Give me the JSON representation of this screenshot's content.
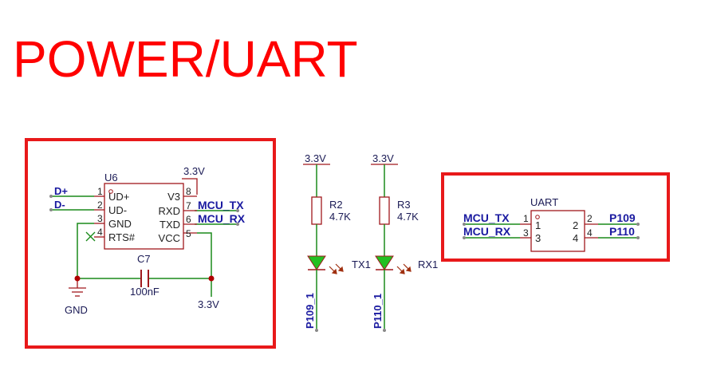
{
  "title": "POWER/UART",
  "colors": {
    "title": "#ff0000",
    "frame": "#e8191a",
    "wire": "#1a8a1a",
    "component": "#a0181c",
    "net_label": "#1a1aa0",
    "text": "#1a1a55",
    "pin_text": "#222222",
    "led": "#22c022",
    "junction": "#b00000",
    "arrow": "#a03010"
  },
  "u6": {
    "ref": "U6",
    "pins_left": [
      {
        "num": "1",
        "name": "UD+"
      },
      {
        "num": "2",
        "name": "UD-"
      },
      {
        "num": "3",
        "name": "GND"
      },
      {
        "num": "4",
        "name": "RTS#"
      }
    ],
    "pins_right": [
      {
        "num": "8",
        "name": "V3"
      },
      {
        "num": "7",
        "name": "RXD"
      },
      {
        "num": "6",
        "name": "TXD"
      },
      {
        "num": "5",
        "name": "VCC"
      }
    ],
    "nets": {
      "d_plus": "D+",
      "d_minus": "D-",
      "mcu_tx": "MCU_TX",
      "mcu_rx": "MCU_RX",
      "power_top": "3.3V",
      "power_bottom": "3.3V",
      "gnd": "GND"
    }
  },
  "c7": {
    "ref": "C7",
    "value": "100nF"
  },
  "r2": {
    "ref": "R2",
    "value": "4.7K",
    "power": "3.3V",
    "led": "TX1",
    "net": "P109_1"
  },
  "r3": {
    "ref": "R3",
    "value": "4.7K",
    "power": "3.3V",
    "led": "RX1",
    "net": "P110_1"
  },
  "uart": {
    "ref": "UART",
    "pins_left": [
      {
        "num": "1",
        "name": "1",
        "net": "MCU_TX"
      },
      {
        "num": "3",
        "name": "3",
        "net": "MCU_RX"
      }
    ],
    "pins_right": [
      {
        "num": "2",
        "name": "2",
        "net": "P109"
      },
      {
        "num": "4",
        "name": "4",
        "net": "P110"
      }
    ]
  }
}
